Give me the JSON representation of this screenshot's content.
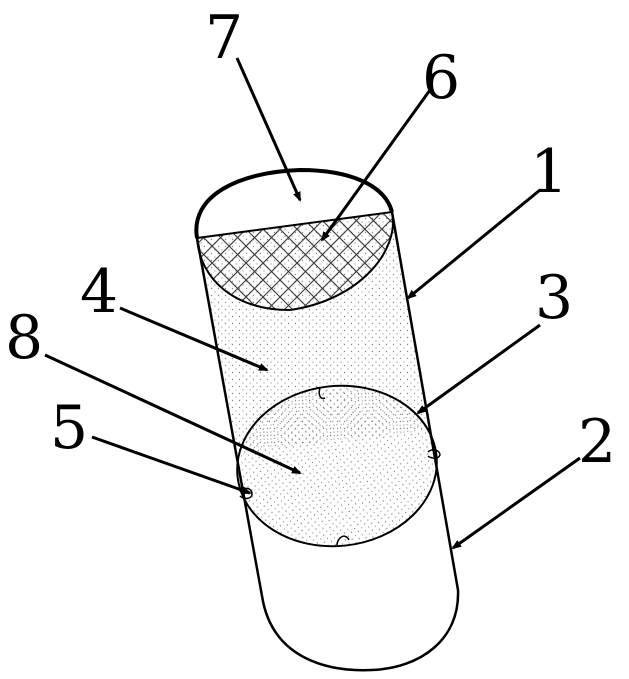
{
  "figure": {
    "callouts": [
      {
        "id": "1",
        "label": "1",
        "target": "outer-tube-wall"
      },
      {
        "id": "2",
        "label": "2",
        "target": "lower-tube-body"
      },
      {
        "id": "3",
        "label": "3",
        "target": "ring-edge"
      },
      {
        "id": "4",
        "label": "4",
        "target": "dotted-fill-region"
      },
      {
        "id": "5",
        "label": "5",
        "target": "side-notch"
      },
      {
        "id": "6",
        "label": "6",
        "target": "mesh-top-cap"
      },
      {
        "id": "7",
        "label": "7",
        "target": "open-top-end"
      },
      {
        "id": "8",
        "label": "8",
        "target": "inner-disc"
      }
    ],
    "colors": {
      "line": "#000000",
      "background": "#ffffff",
      "stipple": "#8a8a8a",
      "mesh": "#333333"
    }
  }
}
